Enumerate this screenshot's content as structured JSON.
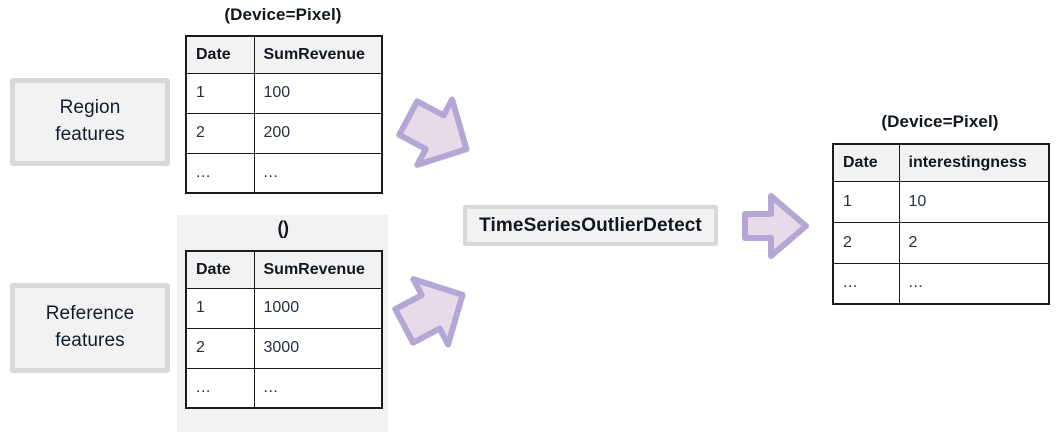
{
  "diagram": {
    "inputs": [
      {
        "label_line1": "Region",
        "label_line2": "features"
      },
      {
        "label_line1": "Reference",
        "label_line2": "features"
      }
    ],
    "tables": [
      {
        "title": "(Device=Pixel)",
        "columns": [
          "Date",
          "SumRevenue"
        ],
        "rows": [
          [
            "1",
            "100"
          ],
          [
            "2",
            "200"
          ],
          [
            "...",
            "..."
          ]
        ]
      },
      {
        "title": "()",
        "columns": [
          "Date",
          "SumRevenue"
        ],
        "rows": [
          [
            "1",
            "1000"
          ],
          [
            "2",
            "3000"
          ],
          [
            "...",
            "..."
          ]
        ]
      },
      {
        "title": "(Device=Pixel)",
        "columns": [
          "Date",
          "interestingness"
        ],
        "rows": [
          [
            "1",
            "10"
          ],
          [
            "2",
            "2"
          ],
          [
            "...",
            "..."
          ]
        ]
      }
    ],
    "process": {
      "label": "TimeSeriesOutlierDetect"
    },
    "arrows": [
      {
        "name": "arrow-region-to-process",
        "direction": "down-right"
      },
      {
        "name": "arrow-reference-to-process",
        "direction": "up-right"
      },
      {
        "name": "arrow-process-to-output",
        "direction": "right"
      }
    ],
    "colors": {
      "arrow_fill": "#e8dbe9",
      "arrow_stroke": "#b4a7d6",
      "box_fill": "#f2f2f2",
      "box_border": "#d9d9d9",
      "table_border": "#1b1b1b",
      "text": "#11161f"
    }
  }
}
